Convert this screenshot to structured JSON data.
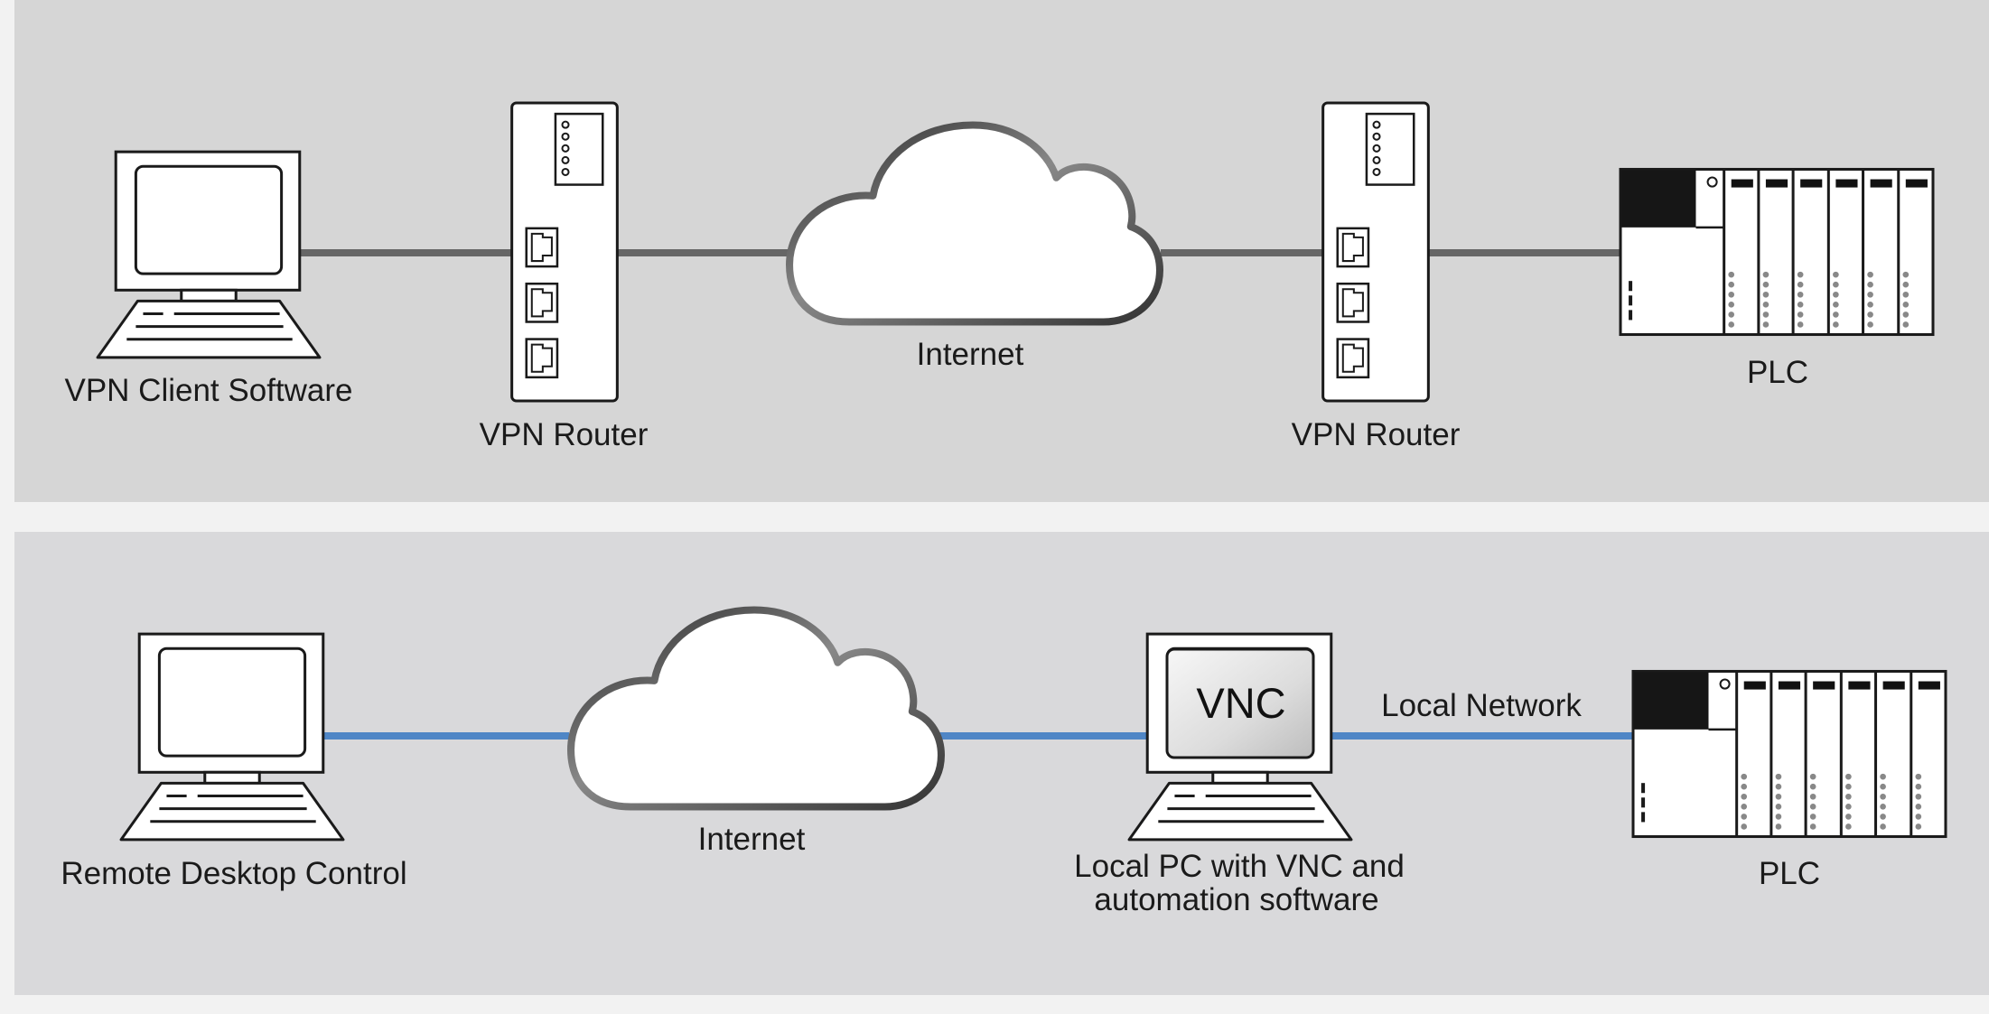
{
  "colors": {
    "page_background": "#f2f2f2",
    "panel_top": "#d6d6d6",
    "panel_bottom": "#d9d9db",
    "link_line_top": "#666666",
    "link_line_bottom": "#4f86c6"
  },
  "top_diagram": {
    "client_label": "VPN Client Software",
    "router_left_label": "VPN Router",
    "internet_label": "Internet",
    "router_right_label": "VPN Router",
    "plc_label": "PLC"
  },
  "bottom_diagram": {
    "remote_label": "Remote Desktop Control",
    "internet_label": "Internet",
    "vnc_screen_text": "VNC",
    "local_pc_label_line1": "Local PC with VNC and",
    "local_pc_label_line2": "automation software",
    "local_network_label": "Local Network",
    "plc_label": "PLC"
  },
  "icons": [
    "laptop-icon",
    "router-icon",
    "cloud-icon",
    "plc-icon"
  ]
}
